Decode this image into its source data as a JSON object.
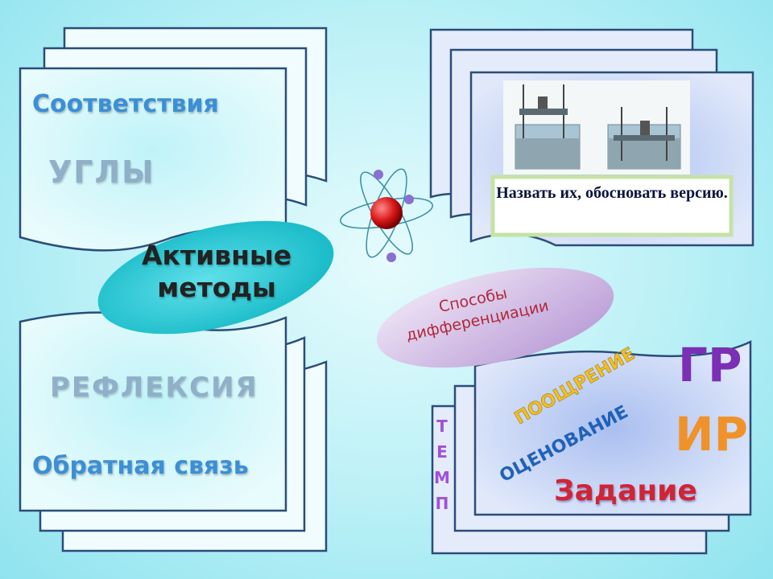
{
  "top_left": {
    "title": "Соответствия",
    "subtitle": "УГЛЫ"
  },
  "center_left": {
    "line1": "Активные",
    "line2": "методы"
  },
  "bottom_left": {
    "title": "РЕФЛЕКСИЯ",
    "subtitle": "Обратная связь"
  },
  "top_right": {
    "caption": "Назвать их, обосновать версию."
  },
  "center_right": {
    "line1": "Способы",
    "line2": "дифференциации"
  },
  "bottom_right": {
    "temp_letters": [
      "Т",
      "Е",
      "М",
      "П"
    ],
    "gr": "ГР",
    "ir": "ИР",
    "encouragement": "ПООЩРЕНИЕ",
    "assessment": "ОЦЕНОВАНИЕ",
    "task": "Задание"
  },
  "colors": {
    "frame": "#2a4d7a",
    "teal_ellipse": "#1fc4d0",
    "purple_ellipse": "#c9b3e0"
  }
}
